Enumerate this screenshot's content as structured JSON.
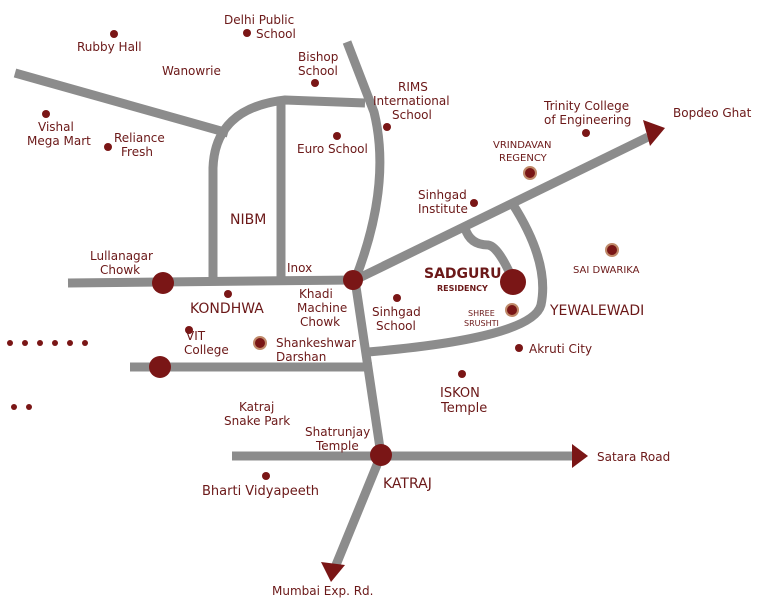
{
  "map": {
    "places": {
      "rubby_hall": "Rubby Hall",
      "delhi_public_1": "Delhi Public",
      "delhi_public_2": "School",
      "wanowrie": "Wanowrie",
      "bishop_1": "Bishop",
      "bishop_2": "School",
      "rims_1": "RIMS",
      "rims_2": "International",
      "rims_3": "School",
      "trinity_1": "Trinity College",
      "trinity_2": "of Engineering",
      "bopdeo": "Bopdeo Ghat",
      "vishal_1": "Vishal",
      "vishal_2": "Mega Mart",
      "reliance_1": "Reliance",
      "reliance_2": "Fresh",
      "euro": "Euro School",
      "vrindavan_1": "VRINDAVAN",
      "vrindavan_2": "REGENCY",
      "sinhgad_inst_1": "Sinhgad",
      "sinhgad_inst_2": "Institute",
      "nibm": "NIBM",
      "lullanagar_1": "Lullanagar",
      "lullanagar_2": "Chowk",
      "inox": "Inox",
      "sadguru": "SADGURU",
      "residency": "RESIDENCY",
      "sai_dwarika": "SAI DWARIKA",
      "kondhwa": "KONDHWA",
      "khadi_1": "Khadi",
      "khadi_2": "Machine",
      "khadi_3": "Chowk",
      "sinhgad_school_1": "Sinhgad",
      "sinhgad_school_2": "School",
      "shree_1": "SHREE",
      "shree_2": "SRUSHTI",
      "yewalewadi": "YEWALEWADI",
      "vit_1": "VIT",
      "vit_2": "College",
      "shankeshwar_1": "Shankeshwar",
      "shankeshwar_2": "Darshan",
      "akruti": "Akruti City",
      "iskon_1": "ISKON",
      "iskon_2": "Temple",
      "katraj_snake_1": "Katraj",
      "katraj_snake_2": "Snake Park",
      "shatrunjay_1": "Shatrunjay",
      "shatrunjay_2": "Temple",
      "satara": "Satara Road",
      "katraj": "KATRAJ",
      "bharti": "Bharti Vidyapeeth",
      "mumbai": "Mumbai Exp. Rd."
    }
  }
}
